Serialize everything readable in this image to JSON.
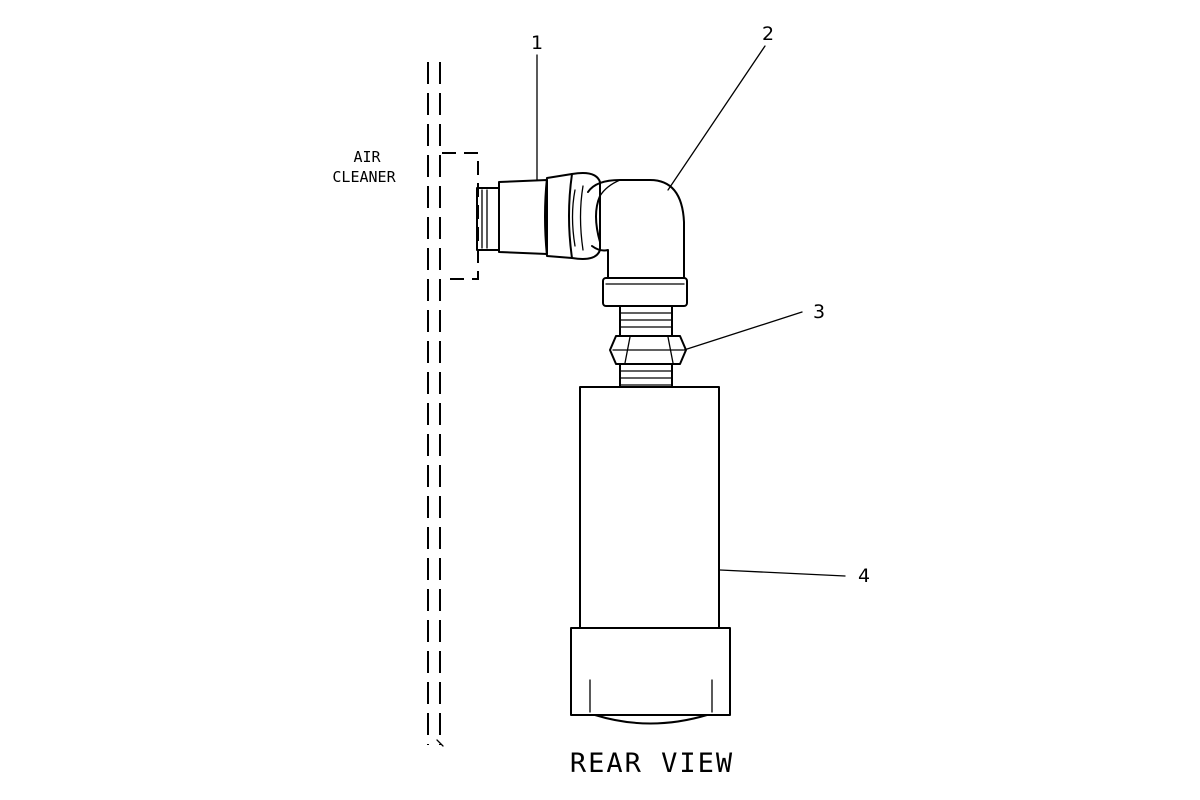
{
  "labels": {
    "air_cleaner_line1": "AIR",
    "air_cleaner_line2": "CLEANER",
    "view_title": "REAR VIEW"
  },
  "callouts": {
    "c1": "1",
    "c2": "2",
    "c3": "3",
    "c4": "4"
  }
}
